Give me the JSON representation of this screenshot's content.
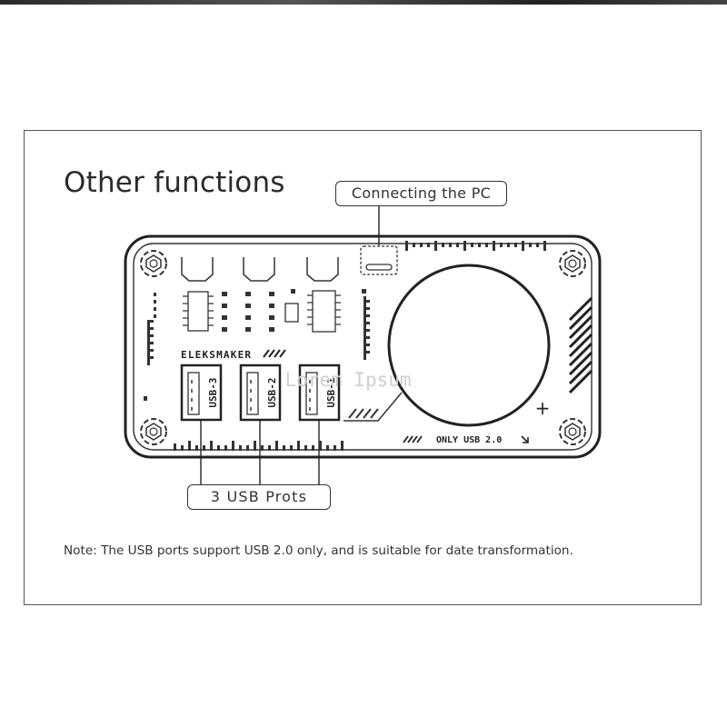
{
  "title": "Other functions",
  "callouts": {
    "pc": "Connecting the PC",
    "usb": "3 USB Prots"
  },
  "board": {
    "brand": "ELEKSMAKER",
    "usb_ports": [
      "USB-3",
      "USB-2",
      "USB-1"
    ],
    "only_usb": "ONLY USB 2.0",
    "plus_sign": "+",
    "watermark": "Lorem Ipsum"
  },
  "note": "Note: The USB ports support USB 2.0 only, and is suitable for date transformation."
}
